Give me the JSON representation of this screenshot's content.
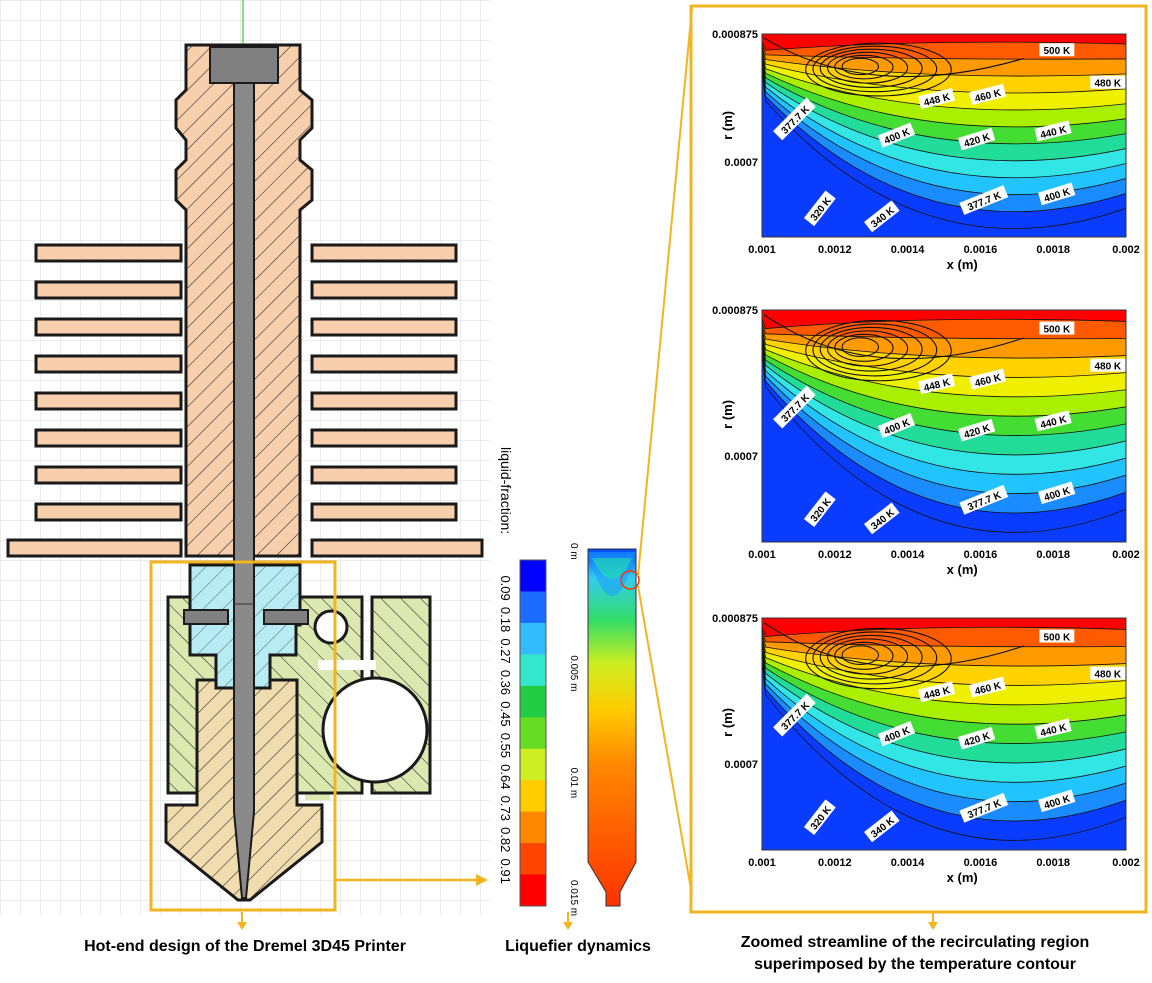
{
  "captions": {
    "hotend": "Hot-end design of the Dremel 3D45 Printer",
    "liquefier": "Liquefier dynamics",
    "zoomed": "Zoomed streamline of the recirculating region superimposed by the temperature contour"
  },
  "colorbar": {
    "title": "liquid-fraction:",
    "ticks": [
      "0.09",
      "0.18",
      "0.27",
      "0.36",
      "0.45",
      "0.55",
      "0.64",
      "0.73",
      "0.82",
      "0.91"
    ],
    "colors": [
      "#0000ff",
      "#1a6bff",
      "#33bbff",
      "#33e6cc",
      "#22cc44",
      "#66dd22",
      "#ccee22",
      "#ffcc00",
      "#ff8800",
      "#ff4400",
      "#ff0000"
    ]
  },
  "liquefier_axis": [
    "0 m",
    "0.005 m",
    "0.01 m",
    "0.015 m"
  ],
  "contour_plots": [
    {
      "xlabel": "x (m)",
      "ylabel": "r (m)",
      "xticks": [
        "0.001",
        "0.0012",
        "0.0014",
        "0.0016",
        "0.0018",
        "0.002"
      ],
      "yticks": [
        "0.000875",
        "0.0007"
      ],
      "labels": [
        "500 K",
        "480 K",
        "460 K",
        "448 K",
        "440 K",
        "420 K",
        "400 K",
        "377.7 K",
        "400 K",
        "377.7 K",
        "340 K",
        "320 K"
      ]
    },
    {
      "xlabel": "x (m)",
      "ylabel": "r (m)",
      "xticks": [
        "0.001",
        "0.0012",
        "0.0014",
        "0.0016",
        "0.0018",
        "0.002"
      ],
      "yticks": [
        "0.000875",
        "0.0007"
      ],
      "labels": [
        "500 K",
        "480 K",
        "460 K",
        "448 K",
        "440 K",
        "420 K",
        "400 K",
        "377.7 K",
        "400 K",
        "377.7 K",
        "340 K",
        "320 K"
      ]
    },
    {
      "xlabel": "x (m)",
      "ylabel": "r (m)",
      "xticks": [
        "0.001",
        "0.0012",
        "0.0014",
        "0.0016",
        "0.0018",
        "0.002"
      ],
      "yticks": [
        "0.000875",
        "0.0007"
      ],
      "labels": [
        "500 K",
        "480 K",
        "460 K",
        "448 K",
        "440 K",
        "420 K",
        "400 K",
        "377.7 K",
        "400 K",
        "377.7 K",
        "340 K",
        "320 K"
      ]
    }
  ]
}
